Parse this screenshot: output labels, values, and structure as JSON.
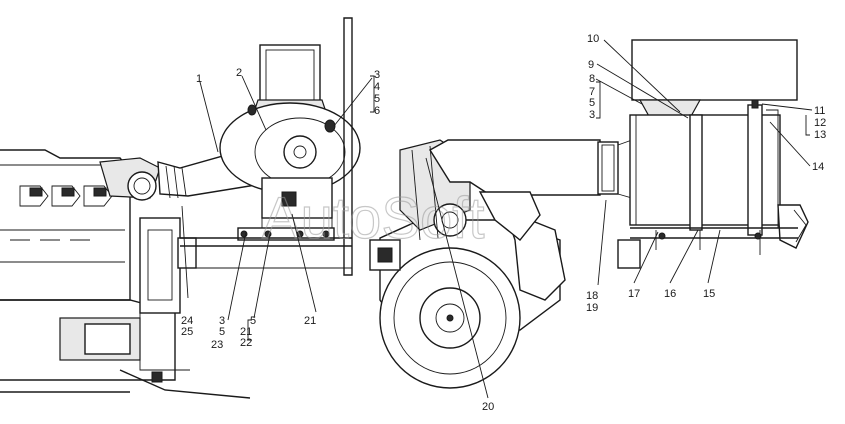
{
  "watermark": "AutoSoft",
  "callouts": [
    {
      "id": "c1",
      "text": "1"
    },
    {
      "id": "c2",
      "text": "2"
    },
    {
      "id": "c3a",
      "text": "3"
    },
    {
      "id": "c4a",
      "text": "4"
    },
    {
      "id": "c5a",
      "text": "5"
    },
    {
      "id": "c6",
      "text": "6"
    },
    {
      "id": "c10",
      "text": "10"
    },
    {
      "id": "c9",
      "text": "9"
    },
    {
      "id": "c8",
      "text": "8"
    },
    {
      "id": "c7",
      "text": "7"
    },
    {
      "id": "c5b",
      "text": "5"
    },
    {
      "id": "c3b",
      "text": "3"
    },
    {
      "id": "c11",
      "text": "11"
    },
    {
      "id": "c12",
      "text": "12"
    },
    {
      "id": "c13",
      "text": "13"
    },
    {
      "id": "c14",
      "text": "14"
    },
    {
      "id": "c15",
      "text": "15"
    },
    {
      "id": "c16",
      "text": "16"
    },
    {
      "id": "c17",
      "text": "17"
    },
    {
      "id": "c18",
      "text": "18"
    },
    {
      "id": "c19",
      "text": "19"
    },
    {
      "id": "c20",
      "text": "20"
    },
    {
      "id": "c21a",
      "text": "21"
    },
    {
      "id": "c5c",
      "text": "5"
    },
    {
      "id": "c21b",
      "text": "21"
    },
    {
      "id": "c22",
      "text": "22"
    },
    {
      "id": "c3c",
      "text": "3"
    },
    {
      "id": "c5d",
      "text": "5"
    },
    {
      "id": "c23",
      "text": "23"
    },
    {
      "id": "c24",
      "text": "24"
    },
    {
      "id": "c25",
      "text": "25"
    }
  ]
}
